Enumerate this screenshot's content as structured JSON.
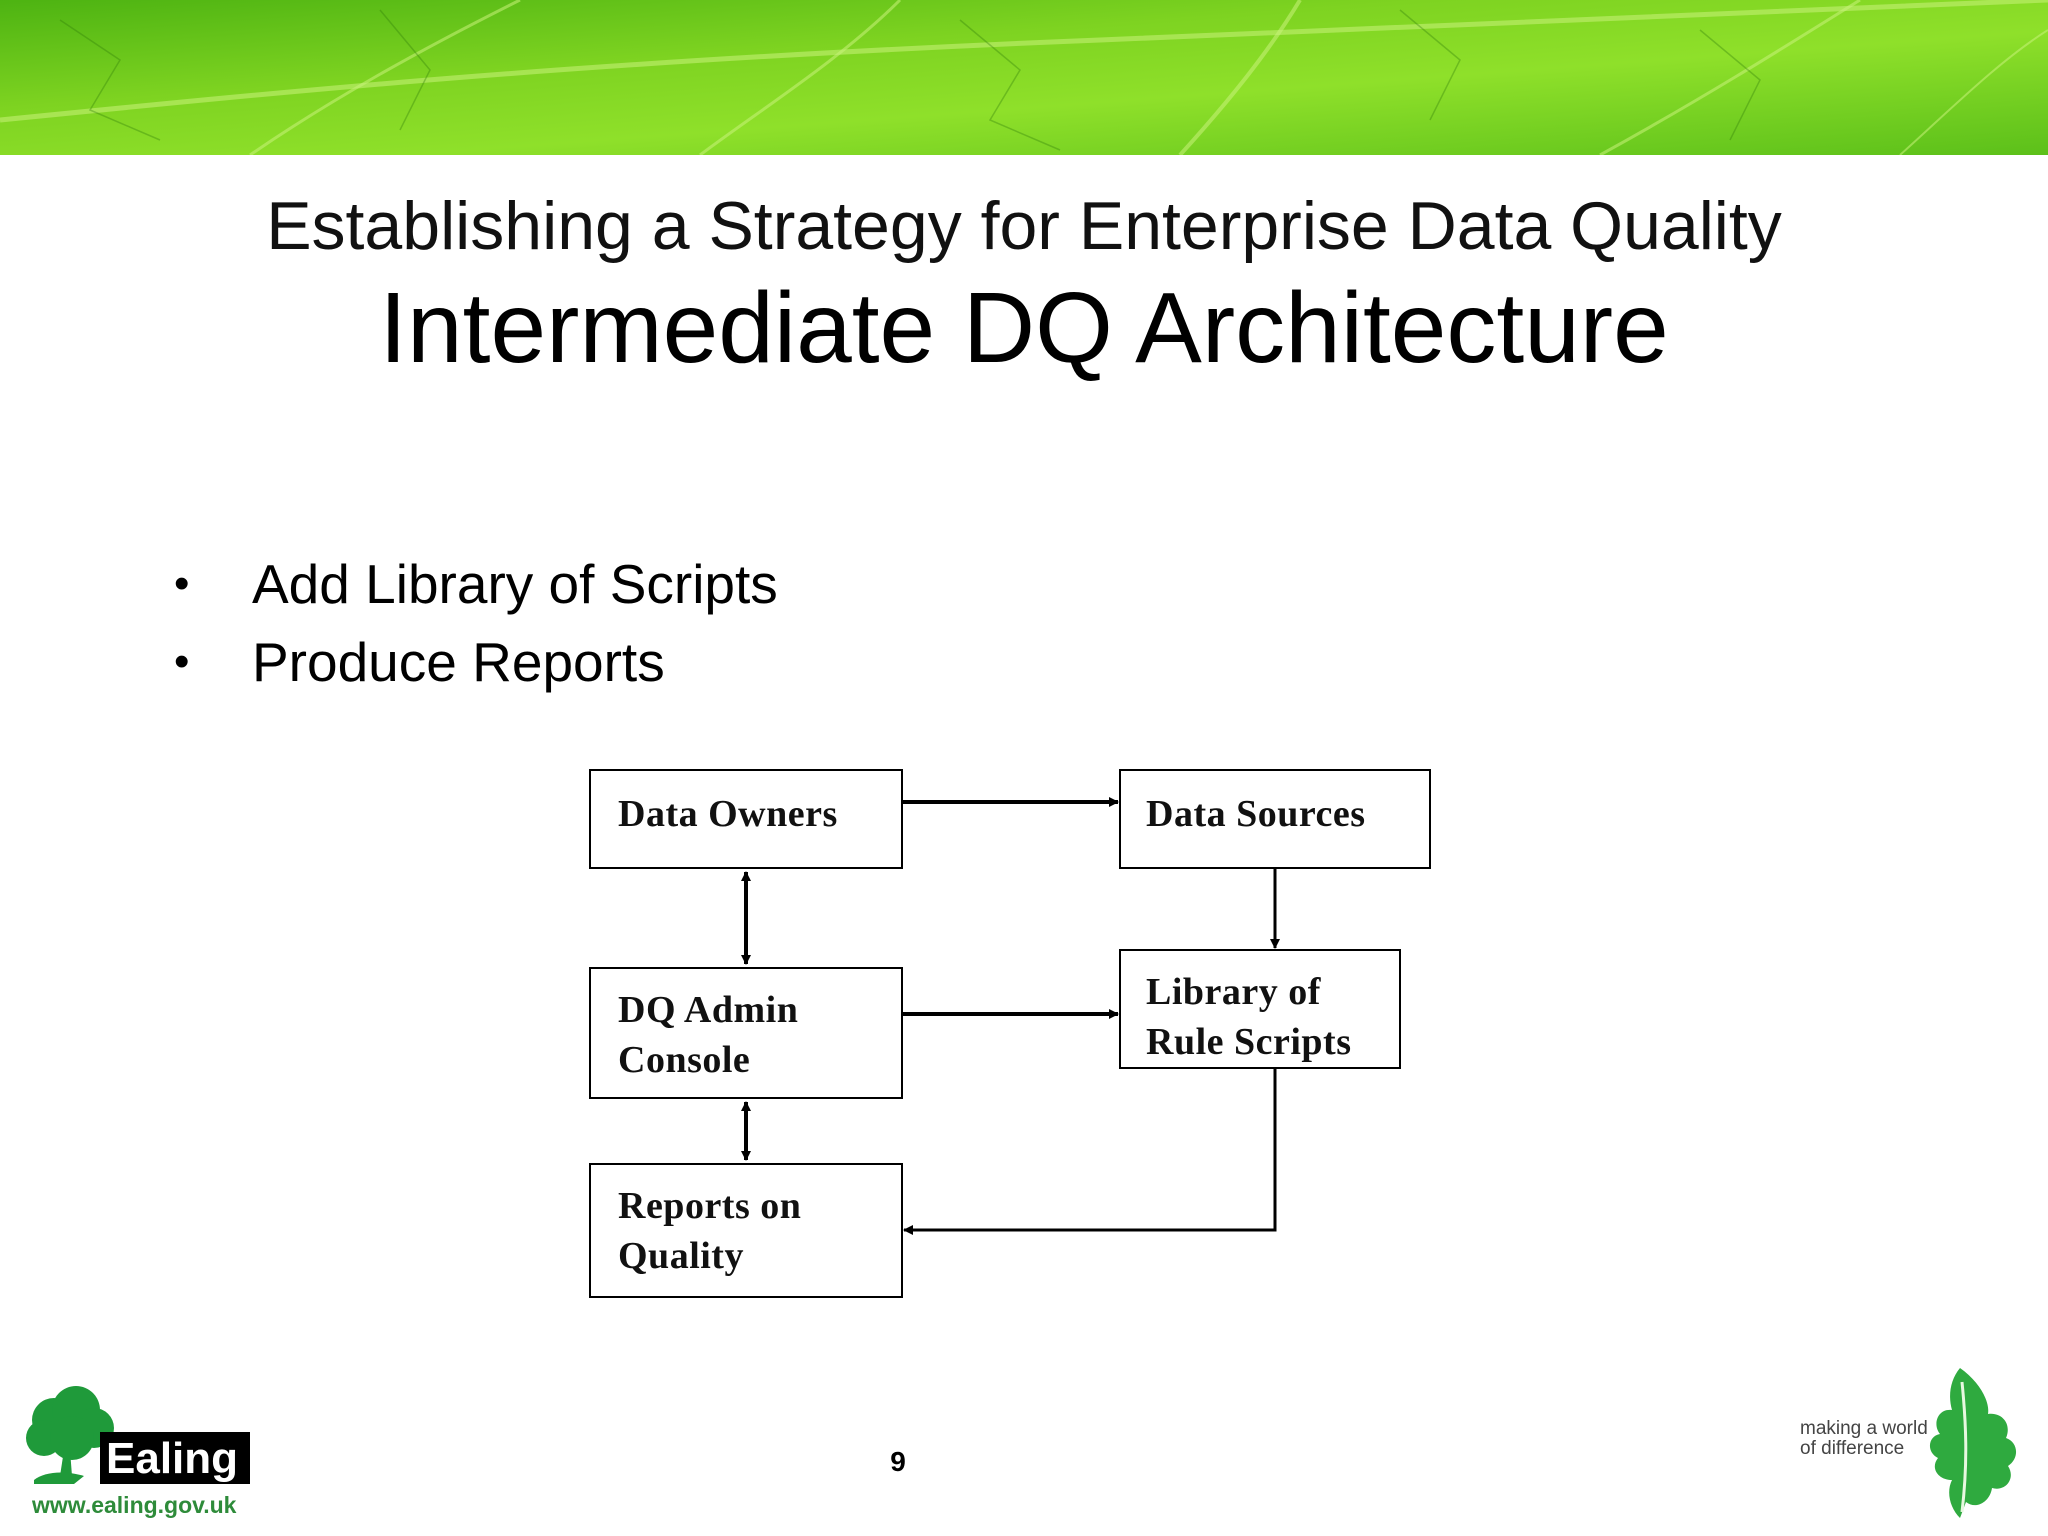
{
  "slide": {
    "subtitle": "Establishing a Strategy for Enterprise Data Quality",
    "title": "Intermediate DQ Architecture",
    "bullets": [
      "Add Library of Scripts",
      "Produce Reports"
    ],
    "page_number": "9"
  },
  "diagram": {
    "boxes": {
      "data_owners": [
        "Data Owners"
      ],
      "data_sources": [
        "Data Sources"
      ],
      "dq_admin": [
        "DQ Admin",
        "Console"
      ],
      "library": [
        "Library of",
        "Rule Scripts"
      ],
      "reports": [
        "Reports on",
        "Quality"
      ]
    },
    "connections": [
      {
        "from": "Data Owners",
        "to": "Data Sources",
        "direction": "one-way"
      },
      {
        "from": "Data Owners",
        "to": "DQ Admin Console",
        "direction": "two-way"
      },
      {
        "from": "Data Sources",
        "to": "Library of Rule Scripts",
        "direction": "one-way"
      },
      {
        "from": "DQ Admin Console",
        "to": "Library of Rule Scripts",
        "direction": "one-way"
      },
      {
        "from": "DQ Admin Console",
        "to": "Reports on Quality",
        "direction": "two-way"
      },
      {
        "from": "Library of Rule Scripts",
        "to": "Reports on Quality",
        "direction": "one-way"
      }
    ]
  },
  "branding": {
    "council_name": "Ealing",
    "website": "www.ealing.gov.uk",
    "tagline": [
      "making a world",
      "of difference"
    ]
  },
  "colors": {
    "leaf_green": "#6ccf1a",
    "brand_green": "#2e8b3a",
    "text": "#000000"
  },
  "icons": [
    "oak-tree-logo",
    "oak-leaf-logo"
  ]
}
